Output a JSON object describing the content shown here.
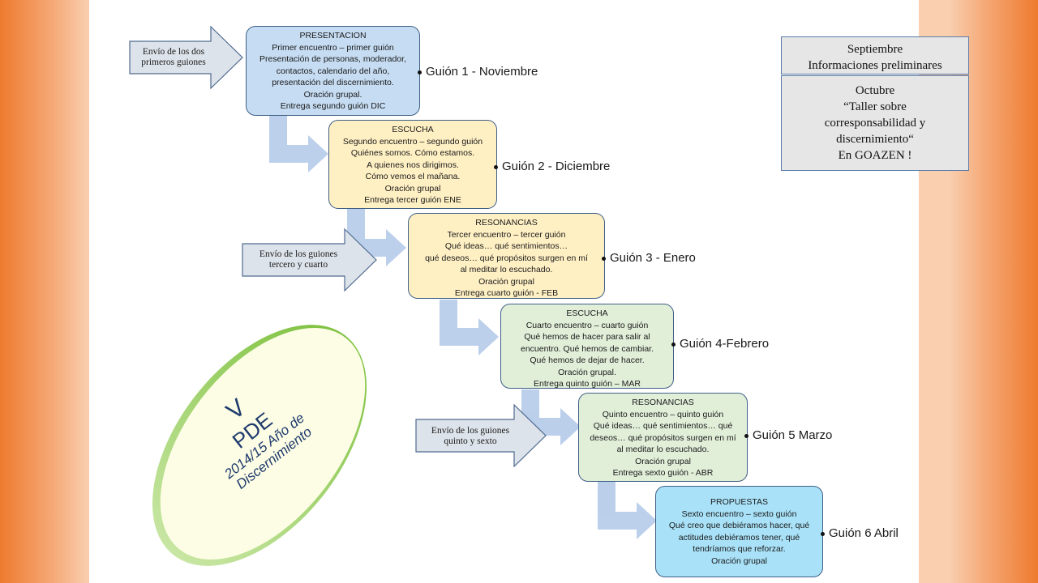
{
  "steps": [
    {
      "title": "PRESENTACION",
      "lines": [
        "Primer encuentro – primer guión",
        "Presentación de personas, moderador,",
        "contactos, calendario del año,",
        "presentación del discernimiento.",
        "Oración grupal.",
        "Entrega segundo guión DIC"
      ],
      "label": "Guión 1 - Noviembre"
    },
    {
      "title": "ESCUCHA",
      "lines": [
        "Segundo encuentro – segundo guión",
        "Quiénes somos. Cómo estamos.",
        "A quienes nos dirigimos.",
        "Cómo vemos el mañana.",
        "Oración grupal",
        "Entrega tercer guión ENE"
      ],
      "label": "Guión 2 - Diciembre"
    },
    {
      "title": "RESONANCIAS",
      "lines": [
        "Tercer encuentro – tercer guión",
        "Qué ideas… qué sentimientos…",
        "qué deseos… qué propósitos surgen en mí",
        "al meditar lo escuchado.",
        "Oración grupal",
        "Entrega cuarto guión - FEB"
      ],
      "label": "Guión 3 - Enero"
    },
    {
      "title": "ESCUCHA",
      "lines": [
        "Cuarto encuentro – cuarto guión",
        "Qué hemos de hacer para salir al",
        "encuentro. Qué hemos de cambiar.",
        "Qué hemos de dejar de hacer.",
        "Oración grupal.",
        "Entrega quinto guión – MAR"
      ],
      "label": "Guión 4-Febrero"
    },
    {
      "title": "RESONANCIAS",
      "lines": [
        "Quinto encuentro – quinto guión",
        "Qué ideas… qué sentimientos… qué",
        "deseos… qué propósitos surgen en mí",
        "al meditar lo escuchado.",
        "Oración grupal",
        "Entrega sexto guión - ABR"
      ],
      "label": "Guión 5 Marzo"
    },
    {
      "title": "PROPUESTAS",
      "lines": [
        "Sexto encuentro – sexto guión",
        "Qué creo que debiéramos hacer, qué",
        "actitudes debiéramos tener, qué",
        "tendríamos que reforzar.",
        "Oración grupal"
      ],
      "label": "Guión 6 Abril"
    }
  ],
  "arrows": [
    {
      "lines": [
        "Envío de los dos",
        "primeros guiones"
      ]
    },
    {
      "lines": [
        "Envío de los guiones",
        "tercero y cuarto"
      ]
    },
    {
      "lines": [
        "Envío de los guiones",
        "quinto y sexto"
      ]
    }
  ],
  "info": {
    "top": [
      "Septiembre",
      "Informaciones preliminares"
    ],
    "bottom": [
      "Octubre",
      "“Taller sobre",
      "corresponsabilidad y",
      "discernimiento“",
      "En  GOAZEN !"
    ]
  },
  "ellipse": {
    "v": "V",
    "pde": "PDE",
    "line1": "2014/15 Año de",
    "line2": "Discernimiento"
  },
  "colors": {
    "blue": "#c6dcf2",
    "yellow": "#fff0c4",
    "green": "#e1efd9",
    "cyan": "#a9e2f8",
    "connector": "#b8cdea",
    "border": "#3f5f86"
  }
}
